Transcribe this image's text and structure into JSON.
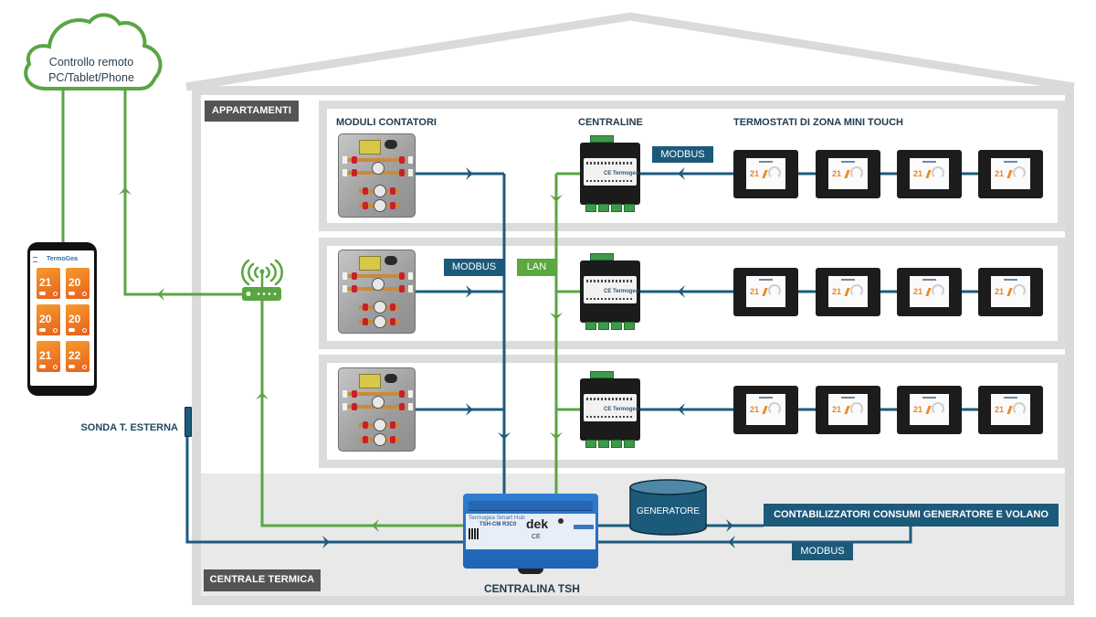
{
  "cloud": {
    "line1": "Controllo remoto",
    "line2": "PC/Tablet/Phone"
  },
  "sections": {
    "apartments": "APPARTAMENTI",
    "plant_room": "CENTRALE TERMICA"
  },
  "headings": {
    "meter_modules": "MODULI CONTATORI",
    "controllers": "CENTRALINE",
    "thermostats": "TERMOSTATI DI ZONA MINI TOUCH"
  },
  "protocol_labels": {
    "modbus_thermostats": "MODBUS",
    "modbus_meters": "MODBUS",
    "lan": "LAN",
    "modbus_generator": "MODBUS"
  },
  "outdoor_sensor": "SONDA T. ESTERNA",
  "controller_device": {
    "brand": "Termogea",
    "mark": "CE"
  },
  "floors": [
    {
      "thermostats": [
        "21",
        "21",
        "21",
        "21"
      ]
    },
    {
      "thermostats": [
        "21",
        "21",
        "21",
        "21"
      ]
    },
    {
      "thermostats": [
        "21",
        "21",
        "21",
        "21"
      ]
    }
  ],
  "phone": {
    "app_name": "TermoGea",
    "zones": [
      {
        "temp": "21"
      },
      {
        "temp": "20"
      },
      {
        "temp": "20"
      },
      {
        "temp": "20"
      },
      {
        "temp": "21"
      },
      {
        "temp": "22"
      }
    ]
  },
  "hub": {
    "caption": "CENTRALINA TSH",
    "brand_line": "Termogea Smart Hub",
    "model": "TSH-CM R3C0",
    "logo": "dek",
    "mark": "CE"
  },
  "generator": "GENERATORE",
  "meters_box": "CONTABILIZZATORI CONSUMI GENERATORE E VOLANO",
  "colors": {
    "lan_green": "#5aa543",
    "modbus_blue": "#1d5b7c",
    "label_gray": "#545454",
    "frame_gray": "#dcdcdc"
  }
}
